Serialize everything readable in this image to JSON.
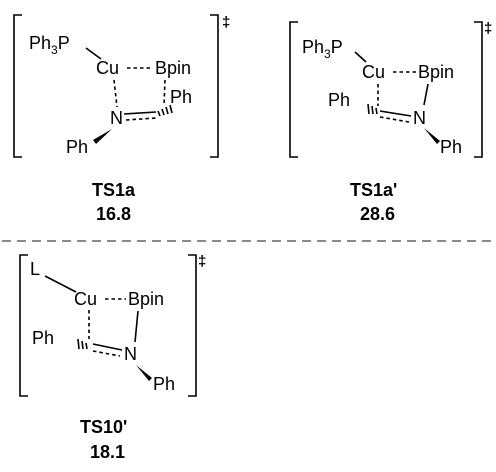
{
  "separator_color": "#888888",
  "ts1a": {
    "ligand": "Ph",
    "ligand_sub": "3",
    "ligand_p": "P",
    "cu": "Cu",
    "bpin": "Bpin",
    "n": "N",
    "ph_c": "Ph",
    "ph_n": "Ph",
    "dagger": "‡",
    "name": "TS1a",
    "energy": "16.8"
  },
  "ts1a_prime": {
    "ligand": "Ph",
    "ligand_sub": "3",
    "ligand_p": "P",
    "cu": "Cu",
    "bpin": "Bpin",
    "n": "N",
    "ph_c": "Ph",
    "ph_n": "Ph",
    "dagger": "‡",
    "name": "TS1a'",
    "energy": "28.6"
  },
  "ts10_prime": {
    "ligand": "L",
    "cu": "Cu",
    "bpin": "Bpin",
    "n": "N",
    "ph_c": "Ph",
    "ph_n": "Ph",
    "dagger": "‡",
    "name": "TS10'",
    "energy": "18.1"
  }
}
